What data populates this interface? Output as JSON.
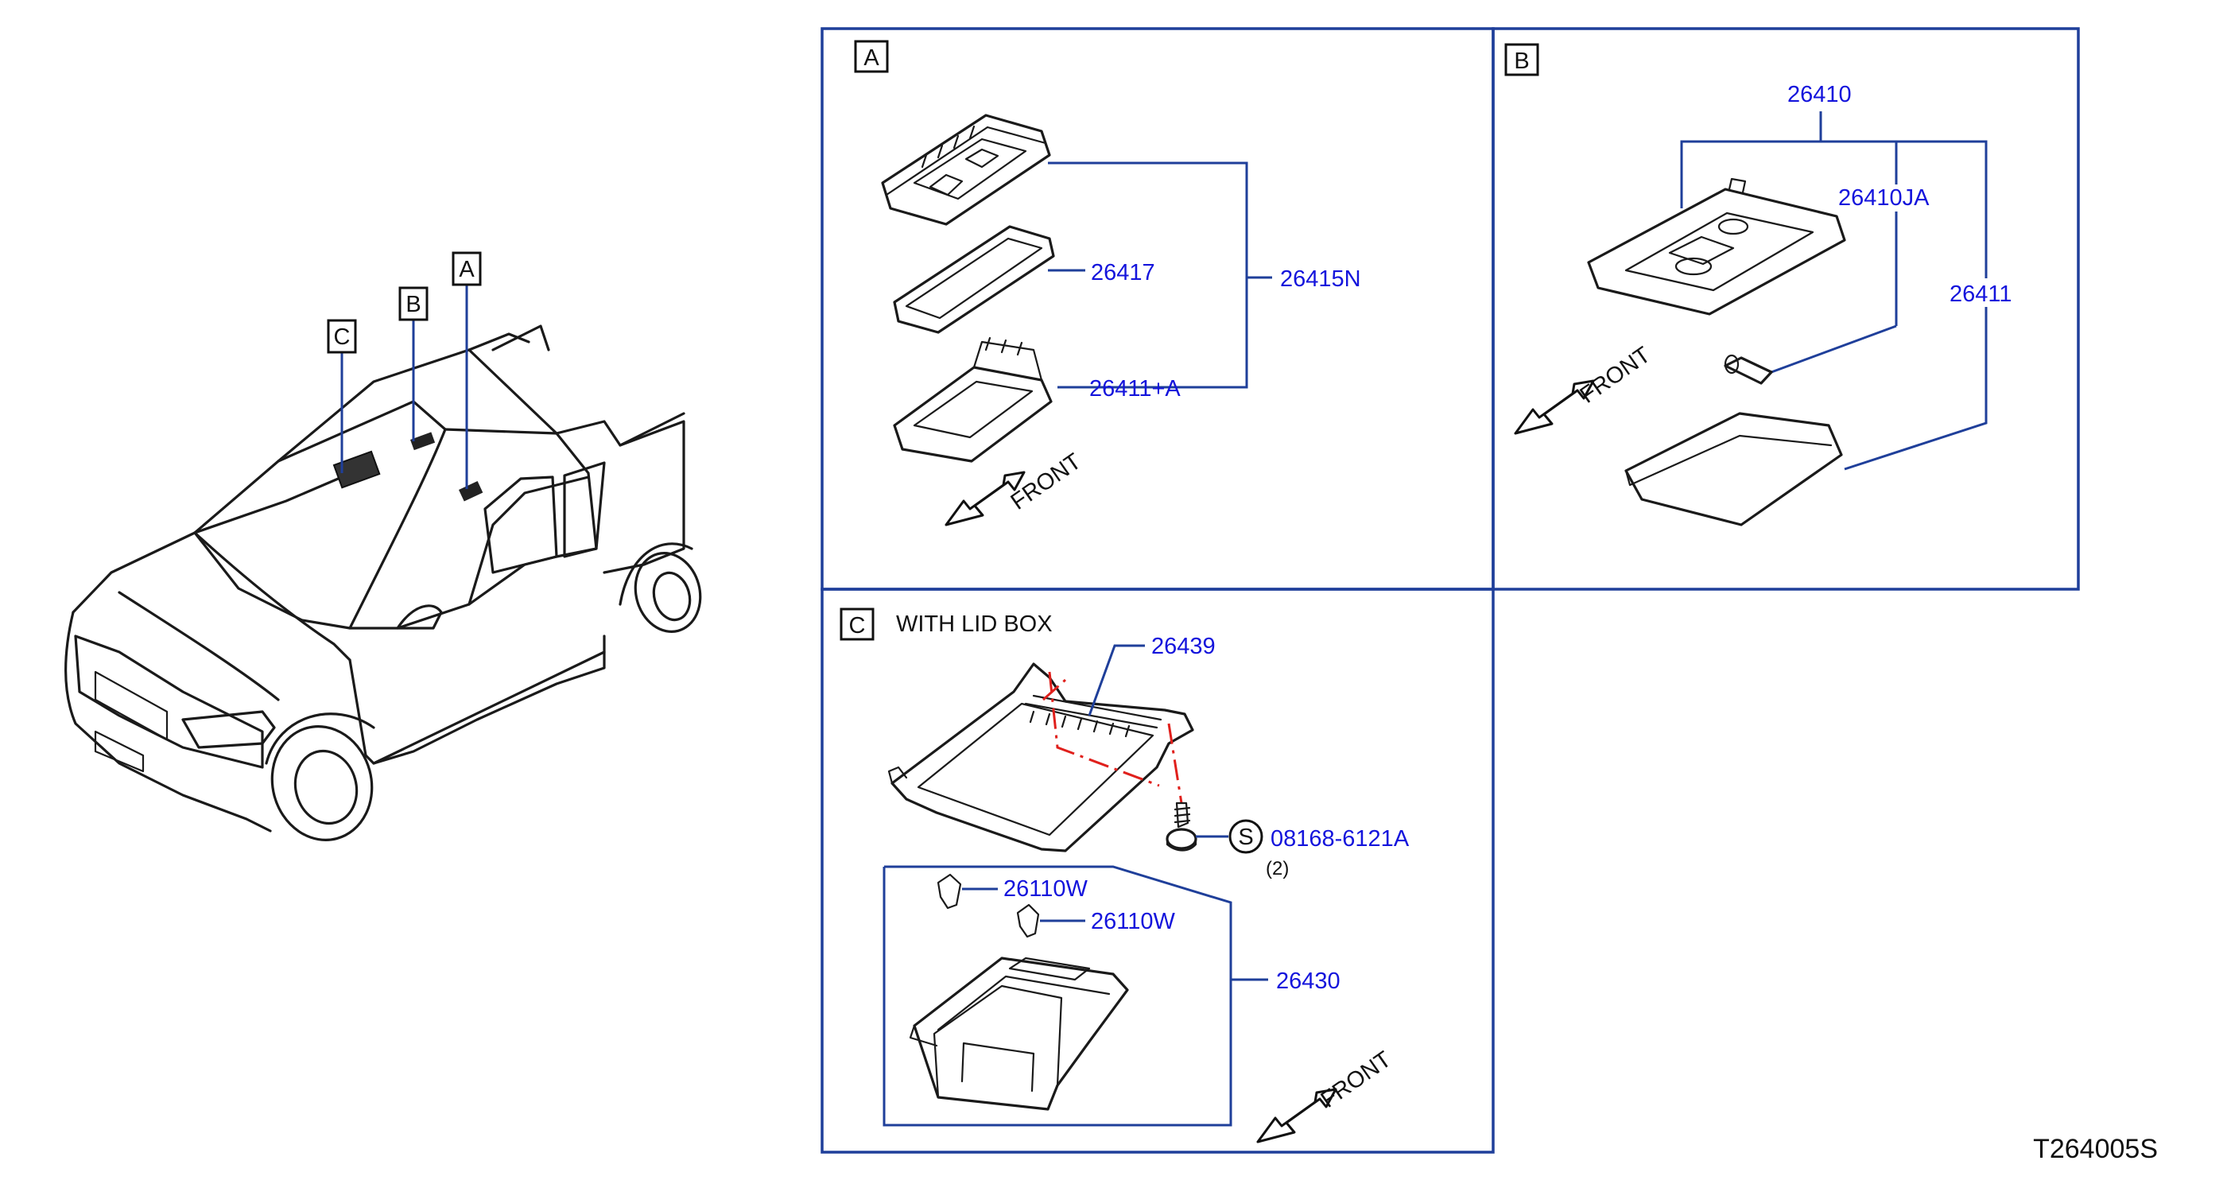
{
  "section_labels": {
    "a": "A",
    "b": "B",
    "c": "C"
  },
  "section_c_note": "WITH   LID   BOX",
  "front_label": "FRONT",
  "parts": {
    "p26415n": "26415N",
    "p26417": "26417",
    "p26411a": "26411+A",
    "p26410": "26410",
    "p26410ja": "26410JA",
    "p26411": "26411",
    "p26439": "26439",
    "p08168": "08168-6121A",
    "qty": "(2)",
    "p26110w_1": "26110W",
    "p26110w_2": "26110W",
    "p26430": "26430"
  },
  "symbol_s": "S",
  "diagram_code": "T264005S",
  "colors": {
    "part_number": "#1414dc",
    "leader": "#1f3f9a",
    "centerline": "#e0201c",
    "linework": "#1a1a1a"
  }
}
